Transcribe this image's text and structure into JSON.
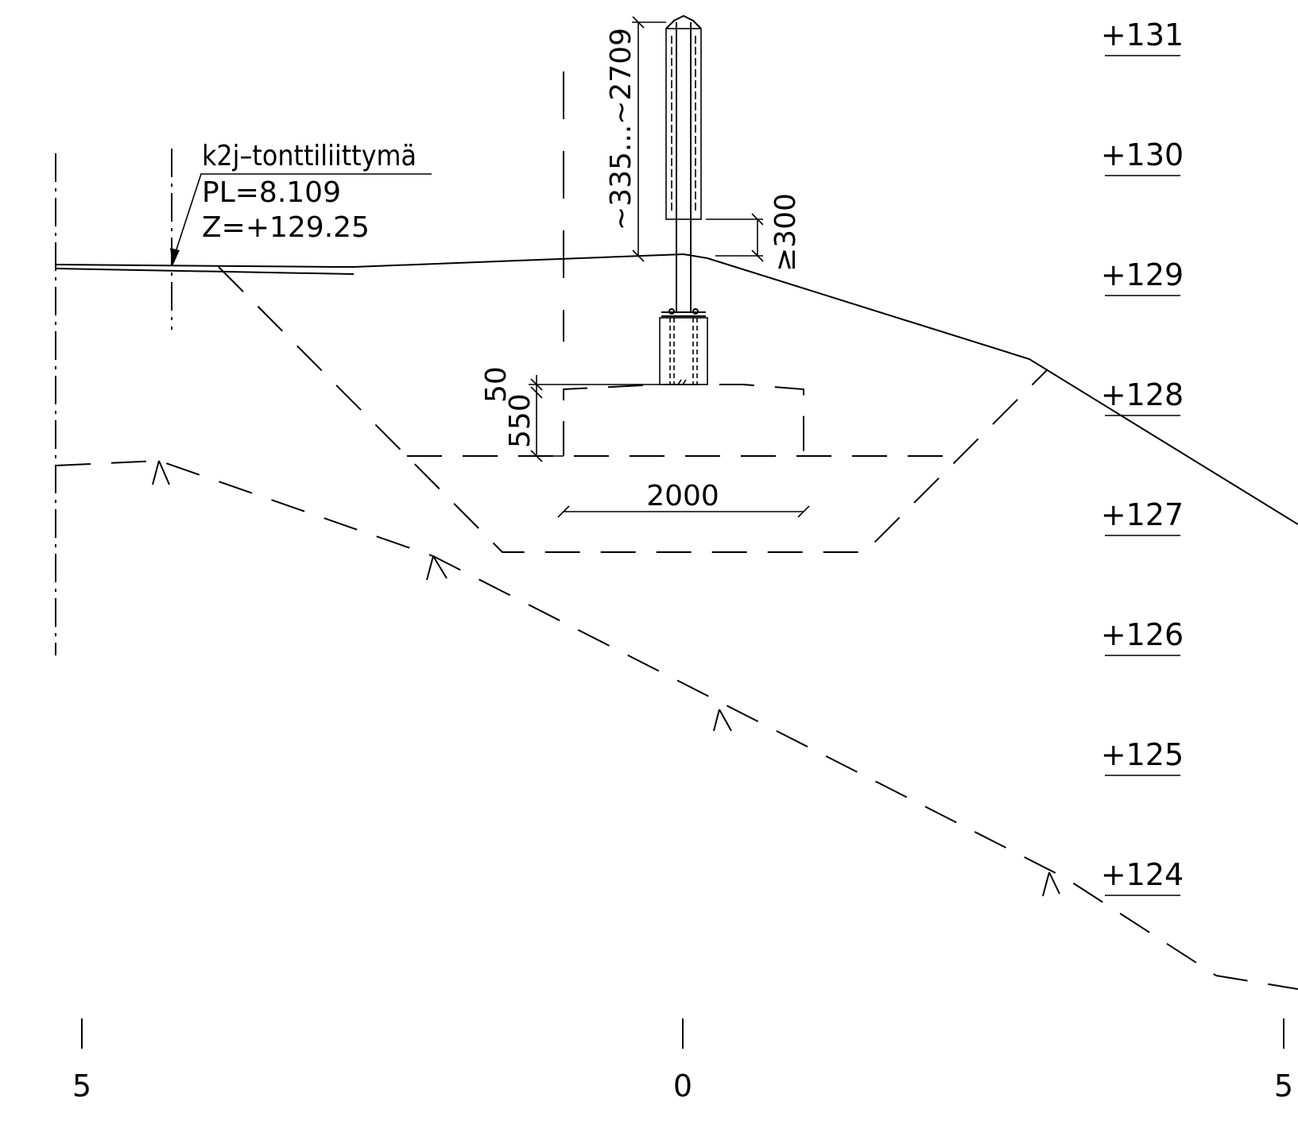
{
  "annotation": {
    "name": "k2j–tonttiliittymä",
    "station": "PL=8.109",
    "elevation": "Z=+129.25"
  },
  "elevation_scale": {
    "labels": [
      "+131",
      "+130",
      "+129",
      "+128",
      "+127",
      "+126",
      "+125",
      "+124"
    ]
  },
  "distance_scale": {
    "labels": [
      "5",
      "0",
      "5"
    ]
  },
  "dimensions": {
    "pole_height": "~335...~2709",
    "min_clearance": "≥300",
    "top_cover": "50",
    "foundation_depth": "550",
    "foundation_width": "2000"
  }
}
